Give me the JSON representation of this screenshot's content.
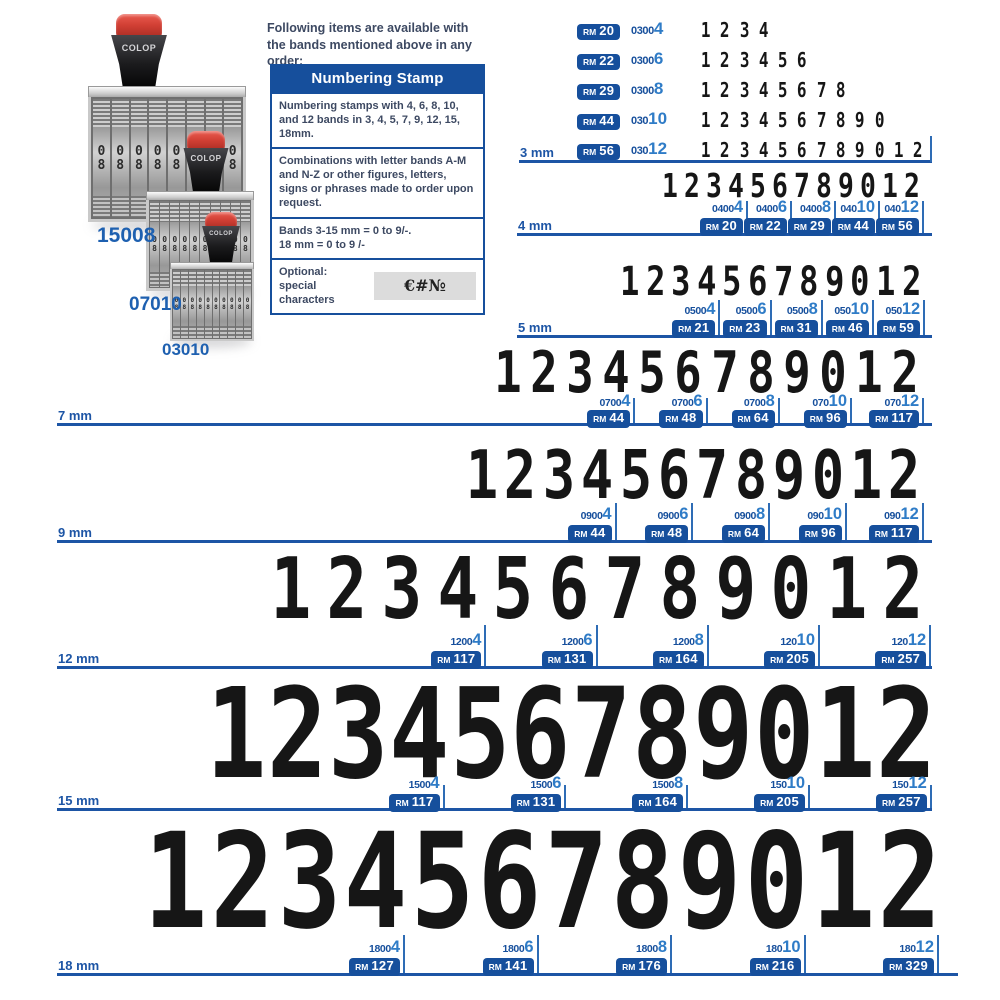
{
  "brand": "COLOP",
  "band_digits": [
    "0",
    "8"
  ],
  "stamps": [
    {
      "label": "15008",
      "bands_visible": 8
    },
    {
      "label": "07010",
      "bands_visible": 10
    },
    {
      "label": "03010",
      "bands_visible": 10
    }
  ],
  "intro": "Following items are available with the bands mentioned above in any order:",
  "info_box": {
    "title": "Numbering Stamp",
    "row1": "Numbering stamps with 4, 6, 8, 10, and 12 bands in 3, 4, 5, 7, 9, 12, 15, 18mm.",
    "row2": "Combinations with letter bands A-M and N-Z or other figures, letters, signs or phrases made to order upon request.",
    "row3_line1": "Bands 3-15 mm = 0 to 9/-.",
    "row3_line2": "18 mm = 0 to 9 /-",
    "row4_label_line1": "Optional:",
    "row4_label_line2": "special characters",
    "special_characters": "€#№"
  },
  "currency": "RM",
  "colors": {
    "navy": "#164f9c",
    "line_blue": "#1d55a5",
    "marker_blue": "#2e6cb5",
    "light_blue": "#2f7cc7",
    "model_label_blue": "#1e60b0",
    "digit_black": "#161616",
    "cap_red": "#d24035"
  },
  "sections": [
    {
      "size": "3 mm",
      "type": "list",
      "rows": [
        {
          "price": "20",
          "prefix": "0300",
          "count": "4",
          "digits": "1234"
        },
        {
          "price": "22",
          "prefix": "0300",
          "count": "6",
          "digits": "123456"
        },
        {
          "price": "29",
          "prefix": "0300",
          "count": "8",
          "digits": "12345678"
        },
        {
          "price": "44",
          "prefix": "030",
          "count": "10",
          "digits": "1234567890"
        },
        {
          "price": "56",
          "prefix": "030",
          "count": "12",
          "digits": "123456789012"
        }
      ]
    },
    {
      "size": "4 mm",
      "type": "scale",
      "digits": "123456789012",
      "markers": [
        {
          "prefix": "0400",
          "count": "4",
          "price": "20"
        },
        {
          "prefix": "0400",
          "count": "6",
          "price": "22"
        },
        {
          "prefix": "0400",
          "count": "8",
          "price": "29"
        },
        {
          "prefix": "040",
          "count": "10",
          "price": "44"
        },
        {
          "prefix": "040",
          "count": "12",
          "price": "56"
        }
      ]
    },
    {
      "size": "5 mm",
      "type": "scale",
      "digits": "123456789012",
      "markers": [
        {
          "prefix": "0500",
          "count": "4",
          "price": "21"
        },
        {
          "prefix": "0500",
          "count": "6",
          "price": "23"
        },
        {
          "prefix": "0500",
          "count": "8",
          "price": "31"
        },
        {
          "prefix": "050",
          "count": "10",
          "price": "46"
        },
        {
          "prefix": "050",
          "count": "12",
          "price": "59"
        }
      ]
    },
    {
      "size": "7 mm",
      "type": "scale",
      "digits": "123456789012",
      "markers": [
        {
          "prefix": "0700",
          "count": "4",
          "price": "44"
        },
        {
          "prefix": "0700",
          "count": "6",
          "price": "48"
        },
        {
          "prefix": "0700",
          "count": "8",
          "price": "64"
        },
        {
          "prefix": "070",
          "count": "10",
          "price": "96"
        },
        {
          "prefix": "070",
          "count": "12",
          "price": "117"
        }
      ]
    },
    {
      "size": "9 mm",
      "type": "scale",
      "digits": "123456789012",
      "markers": [
        {
          "prefix": "0900",
          "count": "4",
          "price": "44"
        },
        {
          "prefix": "0900",
          "count": "6",
          "price": "48"
        },
        {
          "prefix": "0900",
          "count": "8",
          "price": "64"
        },
        {
          "prefix": "090",
          "count": "10",
          "price": "96"
        },
        {
          "prefix": "090",
          "count": "12",
          "price": "117"
        }
      ]
    },
    {
      "size": "12 mm",
      "type": "scale",
      "digits": "123456789012",
      "markers": [
        {
          "prefix": "1200",
          "count": "4",
          "price": "117"
        },
        {
          "prefix": "1200",
          "count": "6",
          "price": "131"
        },
        {
          "prefix": "1200",
          "count": "8",
          "price": "164"
        },
        {
          "prefix": "120",
          "count": "10",
          "price": "205"
        },
        {
          "prefix": "120",
          "count": "12",
          "price": "257"
        }
      ]
    },
    {
      "size": "15 mm",
      "type": "scale",
      "digits": "123456789012",
      "markers": [
        {
          "prefix": "1500",
          "count": "4",
          "price": "117"
        },
        {
          "prefix": "1500",
          "count": "6",
          "price": "131"
        },
        {
          "prefix": "1500",
          "count": "8",
          "price": "164"
        },
        {
          "prefix": "150",
          "count": "10",
          "price": "205"
        },
        {
          "prefix": "150",
          "count": "12",
          "price": "257"
        }
      ]
    },
    {
      "size": "18 mm",
      "type": "scale",
      "digits": "123456789012",
      "markers": [
        {
          "prefix": "1800",
          "count": "4",
          "price": "127"
        },
        {
          "prefix": "1800",
          "count": "6",
          "price": "141"
        },
        {
          "prefix": "1800",
          "count": "8",
          "price": "176"
        },
        {
          "prefix": "180",
          "count": "10",
          "price": "216"
        },
        {
          "prefix": "180",
          "count": "12",
          "price": "329"
        }
      ]
    }
  ]
}
